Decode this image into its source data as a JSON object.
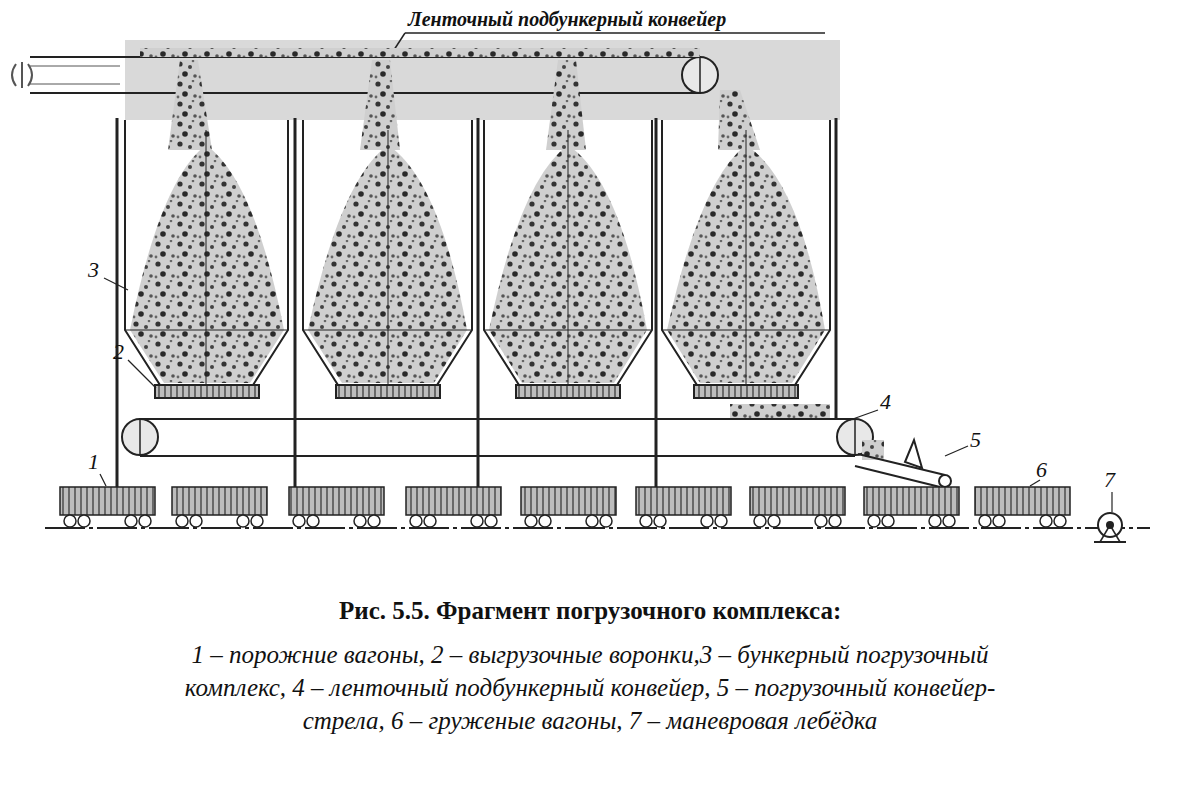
{
  "diagram": {
    "caption": "Рис. 5.5. Фрагмент погрузочного комплекса:",
    "labels": [
      "Ленточный подбункерный конвейер",
      "3",
      "2",
      "4",
      "5",
      "1",
      "6",
      "7",
      "1 – порожние вагоны, 2 – выгрузочные воронки,3 – бункерный погрузочный комплекс, 4 – ленточный подбункерный конвейер, 5 – погрузочный конвейер-стрела, 6 – груженые вагоны, 7 – маневровая лебёдка"
    ]
  }
}
